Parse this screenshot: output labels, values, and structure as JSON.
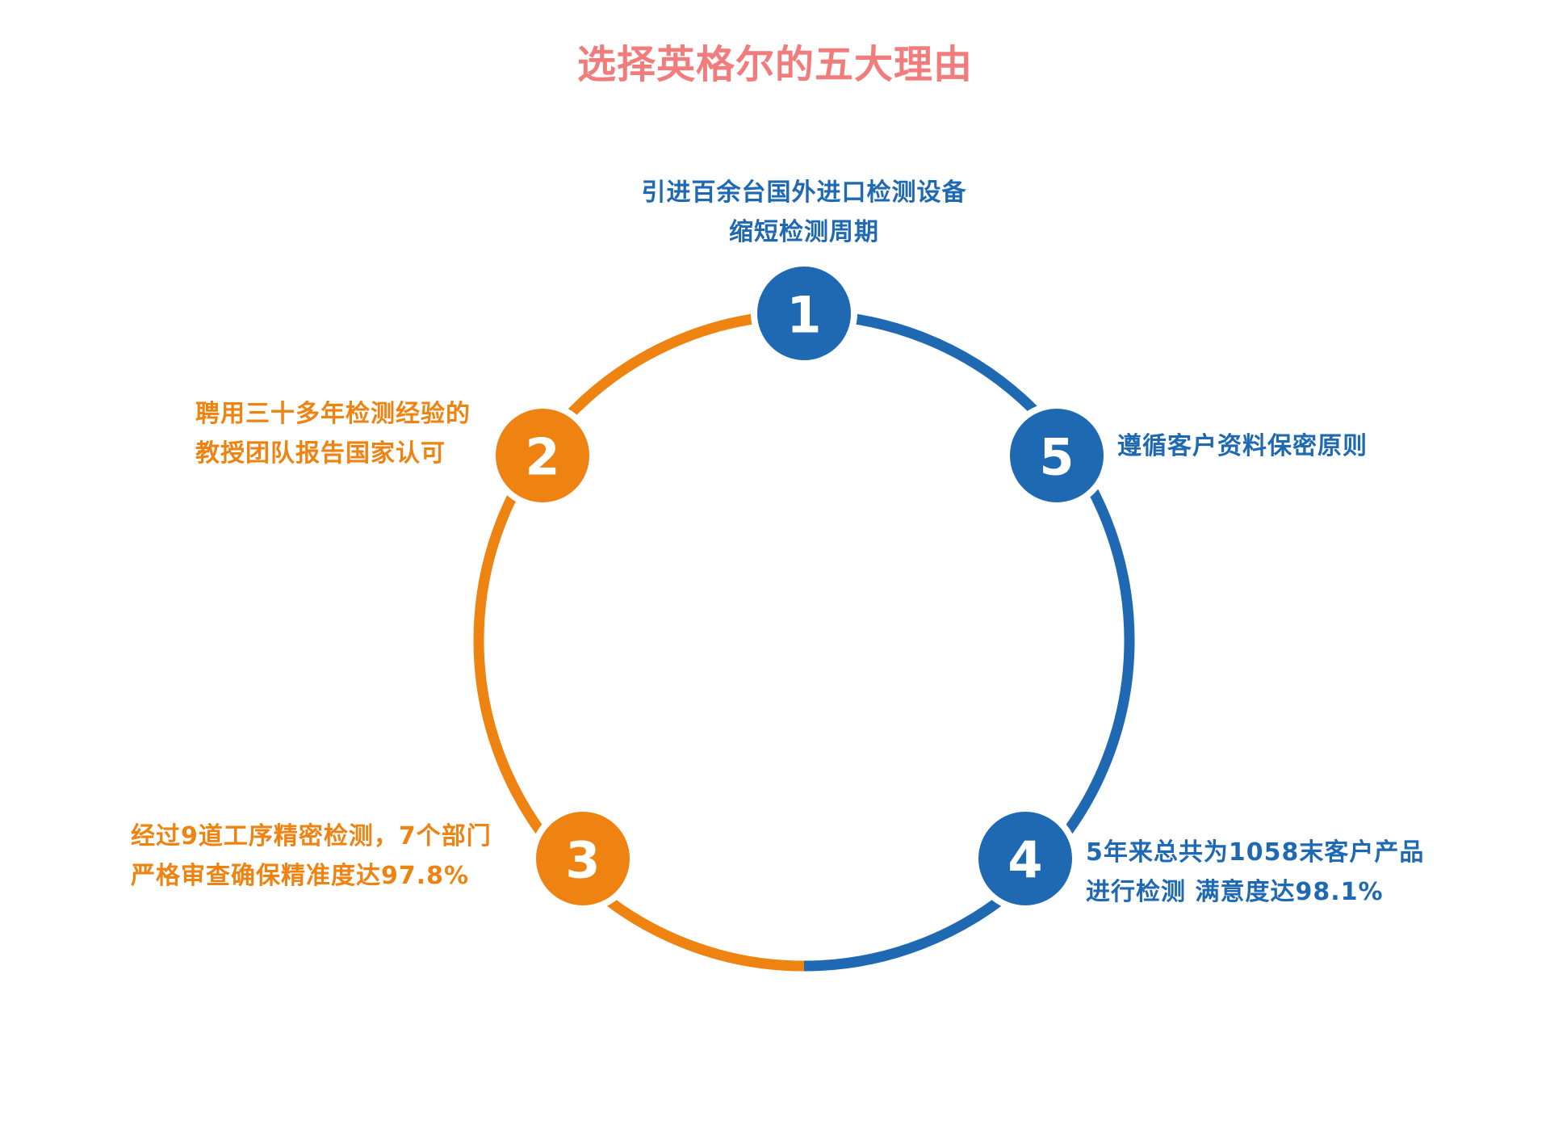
{
  "title": "选择英格尔的五大理由",
  "colors": {
    "title": "#F07C7C",
    "blue": "#1F69B3",
    "orange": "#EE8311"
  },
  "nodes": [
    {
      "number": "1",
      "color": "blue",
      "lines": [
        "引进百余台国外进口检测设备",
        "缩短检测周期"
      ]
    },
    {
      "number": "2",
      "color": "orange",
      "lines": [
        "聘用三十多年检测经验的",
        "教授团队报告国家认可"
      ]
    },
    {
      "number": "3",
      "color": "orange",
      "lines": [
        "经过9道工序精密检测，7个部门",
        "严格审查确保精准度达97.8%"
      ]
    },
    {
      "number": "4",
      "color": "blue",
      "lines": [
        "5年来总共为1058末客户产品",
        "进行检测 满意度达98.1%"
      ]
    },
    {
      "number": "5",
      "color": "blue",
      "lines": [
        "遵循客户资料保密原则"
      ]
    }
  ]
}
